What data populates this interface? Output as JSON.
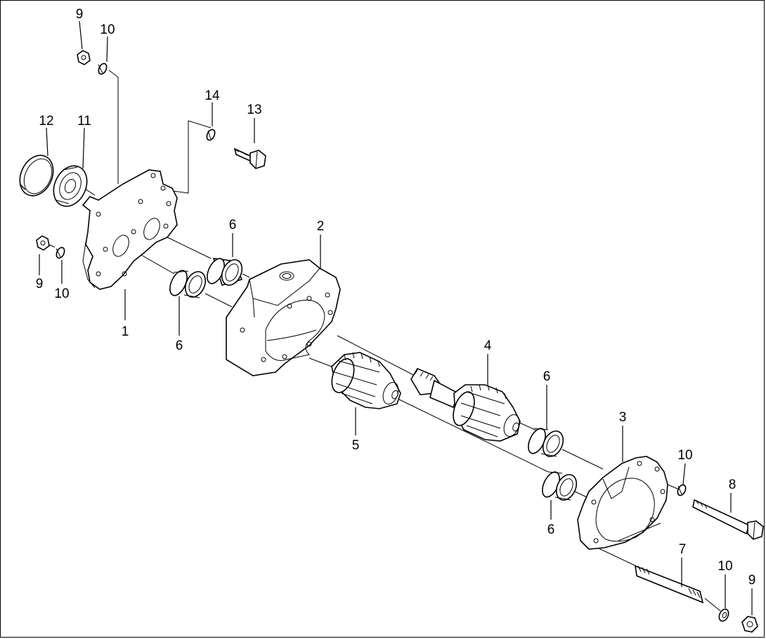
{
  "labels": {
    "l1": "1",
    "l2": "2",
    "l3": "3",
    "l4": "4",
    "l5": "5",
    "l6a": "6",
    "l6b": "6",
    "l6c": "6",
    "l6d": "6",
    "l7": "7",
    "l8": "8",
    "l9a": "9",
    "l9b": "9",
    "l9c": "9",
    "l10a": "10",
    "l10b": "10",
    "l10c": "10",
    "l10d": "10",
    "l11": "11",
    "l12": "12",
    "l13": "13",
    "l14": "14"
  }
}
